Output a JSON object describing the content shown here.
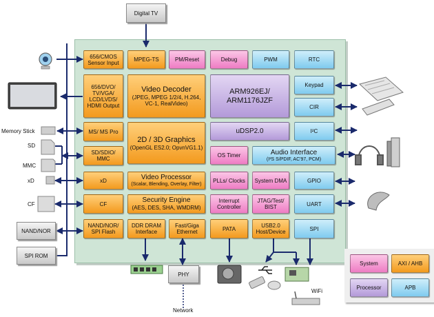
{
  "blocks": {
    "sensor": "656/CMOS Sensor Input",
    "mpeg_ts": "MPEG-TS",
    "pm_reset": "PM/Reset",
    "debug": "Debug",
    "pwm": "PWM",
    "rtc": "RTC",
    "video_out": "656/DVO/ TV/VGA/ LCD/LVDS/ HDMI Output",
    "video_decoder_title": "Video Decoder",
    "video_decoder_sub": "(JPEG, MPEG 1/2/4, H.264, VC-1, RealVideo)",
    "arm": "ARM926EJ/ ARM1176JZF",
    "keypad": "Keypad",
    "cir": "CIR",
    "ms": "MS/ MS Pro",
    "graphics_title": "2D / 3D Graphics",
    "graphics_sub": "(OpenGL ES2.0; OpvnVG1.1)",
    "udsp": "uDSP2.0",
    "i2c": "I²C",
    "sd": "SD/SDIO/ MMC",
    "os_timer": "OS Timer",
    "audio_title": "Audio Interface",
    "audio_sub": "(I²S S/PDIF, AC'97, PCM)",
    "xd": "xD",
    "vproc_title": "Video Processor",
    "vproc_sub": "(Scalar, Blending, Overlay, Filter)",
    "plls": "PLLs/ Clocks",
    "sys_dma": "System DMA",
    "gpio": "GPIO",
    "cf": "CF",
    "sec_title": "Security Engine",
    "sec_sub": "(AES, DES, SHA, WMDRM)",
    "int_ctrl": "Interrupt Controller",
    "jtag": "JTAG/Test/ BIST",
    "uart": "UART",
    "nand": "NAND/NOR/ SPI Flash",
    "ddr": "DDR DRAM Interface",
    "eth": "Fast/Giga Ethernet",
    "pata": "PATA",
    "usb": "USB2.0 Host/Device",
    "spi": "SPI"
  },
  "external": {
    "digital_tv": "Digital TV",
    "memory_stick": "Memory Stick",
    "sd": "SD",
    "mmc": "MMC",
    "xd": "xD",
    "cf": "CF",
    "nand_nor": "NAND/NOR",
    "spi_rom": "SPI ROM",
    "phy": "PHY",
    "network": "Network",
    "wifi": "WiFi"
  },
  "legend": {
    "system": "System",
    "axi_ahb": "AXI / AHB",
    "processor": "Processor",
    "apb": "APB"
  },
  "colors": {
    "orange": "#f39a1e",
    "pink": "#ee7cc4",
    "blue": "#7fcbef",
    "purple": "#b39ad9",
    "chip": "#cfe5d6",
    "bus": "#1a2a6c"
  },
  "icons": [
    "camera-icon",
    "monitor-icon",
    "keyboard-icon",
    "remote-icon",
    "headphones-icon",
    "speaker-icon",
    "bluetooth-headset-icon",
    "ram-icon",
    "hard-drive-icon",
    "usb-icon",
    "mouse-icon",
    "flash-drive-icon",
    "wifi-card-icon",
    "router-icon"
  ]
}
